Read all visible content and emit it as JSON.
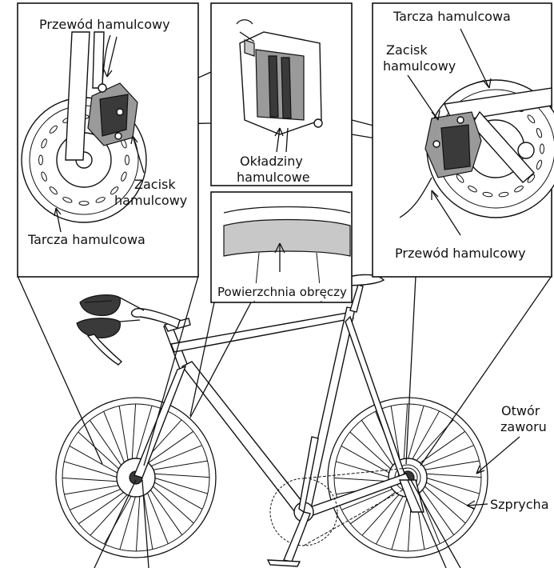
{
  "labels": {
    "left_hose": "Przewód hamulcowy",
    "left_caliper_1": "Zacisk",
    "left_caliper_2": "hamulcowy",
    "left_rotor": "Tarcza hamulcowa",
    "pads_1": "Okładziny",
    "pads_2": "hamulcowe",
    "rim_surface": "Powierzchnia obręczy",
    "right_rotor": "Tarcza hamulcowa",
    "right_caliper_1": "Zacisk",
    "right_caliper_2": "hamulcowy",
    "right_hose": "Przewód hamulcowy",
    "valve_1": "Otwór",
    "valve_2": "zaworu",
    "spoke": "Szprycha"
  }
}
